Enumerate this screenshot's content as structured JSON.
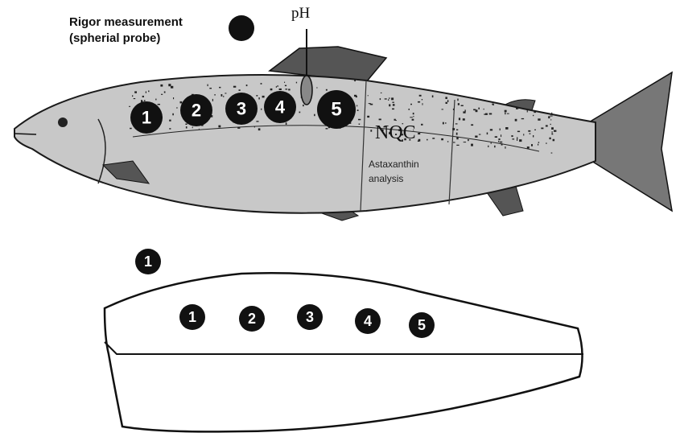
{
  "legend": {
    "rigor_line1": "Rigor measurement",
    "rigor_line2": "(spherial probe)"
  },
  "ph_label": "pH",
  "nqc_label": "NQC",
  "astaxanthin_line1": "Astaxanthin",
  "astaxanthin_line2": "analysis",
  "fish_points": [
    "1",
    "2",
    "3",
    "4",
    "5"
  ],
  "fillet_points": [
    "1",
    "2",
    "3",
    "4",
    "5"
  ],
  "single_point": "1",
  "colors": {
    "fish_body": "#c8c8c8",
    "outline": "#1a1a1a",
    "marker": "#111111"
  }
}
